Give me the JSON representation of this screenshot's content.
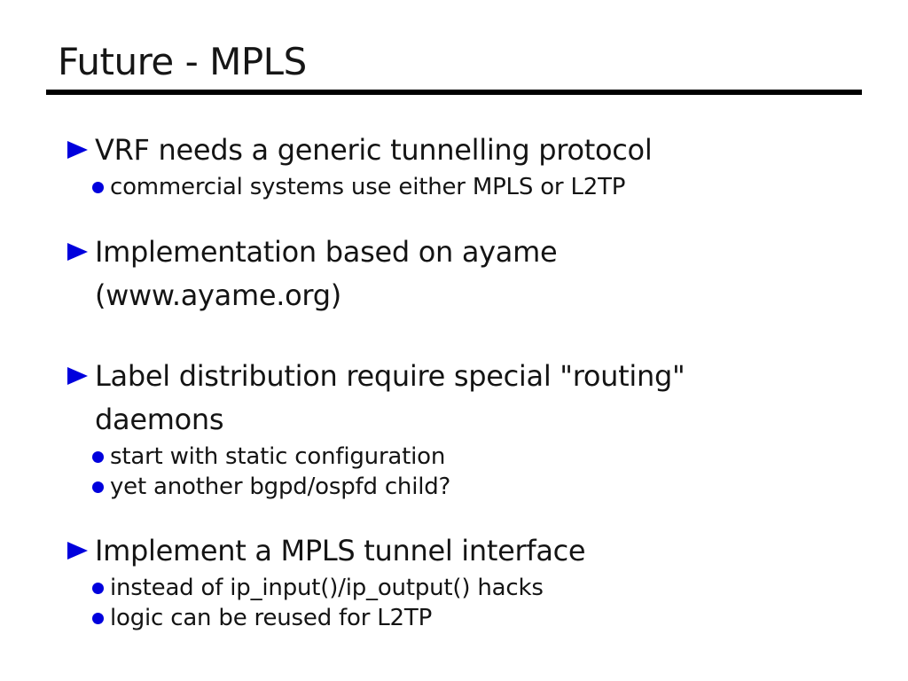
{
  "slide": {
    "title": "Future - MPLS",
    "accent_color": "#0000dd",
    "text_color": "#141414",
    "rule_color": "#000000",
    "bullets": [
      {
        "lines": [
          "VRF needs a generic tunnelling protocol"
        ],
        "subs": [
          "commercial systems use either MPLS or L2TP"
        ]
      },
      {
        "lines": [
          "Implementation based on ayame",
          "(www.ayame.org)"
        ],
        "subs": []
      },
      {
        "lines": [
          "Label distribution require special \"routing\"",
          "daemons"
        ],
        "subs": [
          "start with static configuration",
          "yet another bgpd/ospfd child?"
        ]
      },
      {
        "lines": [
          "Implement a MPLS tunnel interface"
        ],
        "subs": [
          "instead of ip_input()/ip_output() hacks",
          "logic can be reused for L2TP"
        ]
      }
    ]
  }
}
